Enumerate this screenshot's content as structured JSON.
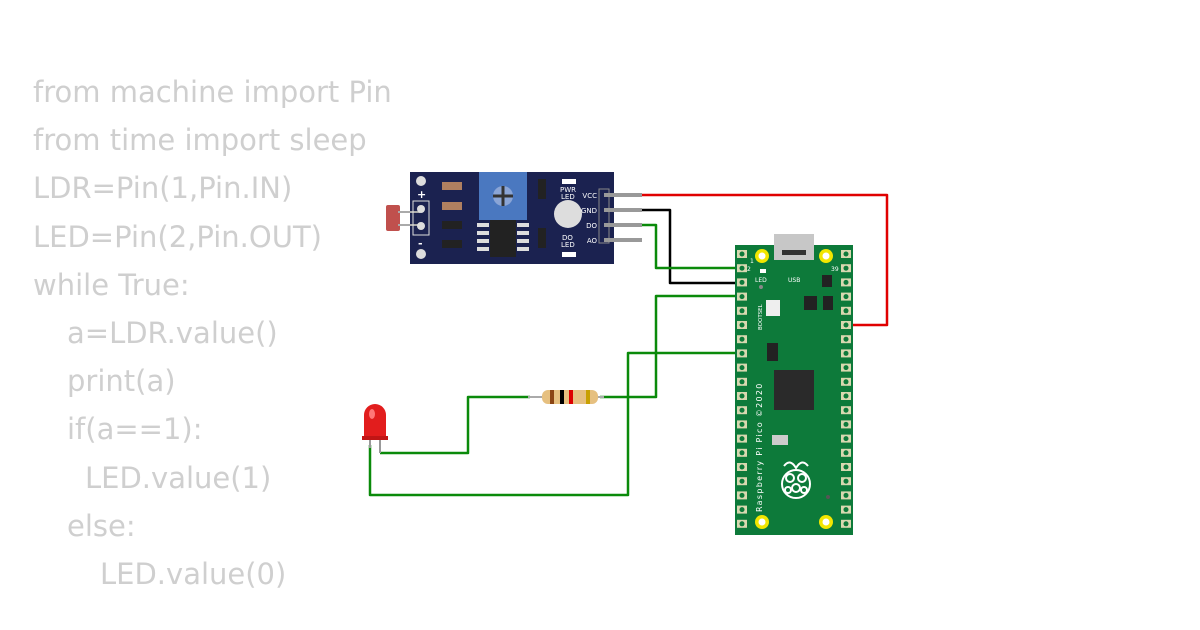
{
  "code": {
    "lines": [
      {
        "indent": 0,
        "text": "from machine import Pin"
      },
      {
        "indent": 0,
        "text": "from time import sleep"
      },
      {
        "indent": 0,
        "text": "LDR=Pin(1,Pin.IN)"
      },
      {
        "indent": 0,
        "text": "LED=Pin(2,Pin.OUT)"
      },
      {
        "indent": 0,
        "text": "while True:"
      },
      {
        "indent": 1,
        "text": "a=LDR.value()"
      },
      {
        "indent": 1,
        "text": "print(a)"
      },
      {
        "indent": 1,
        "text": "if(a==1):"
      },
      {
        "indent": 2,
        "text": "LED.value(1)"
      },
      {
        "indent": 1,
        "text": "else:"
      },
      {
        "indent": 3,
        "text": "LED.value(0)"
      }
    ]
  },
  "sensor": {
    "plus": "+",
    "minus": "-",
    "pwr_led": [
      "PWR",
      "LED"
    ],
    "do_led": [
      "DO",
      "LED"
    ],
    "pins": [
      "VCC",
      "GND",
      "DO",
      "AO"
    ],
    "board_color": "#1b2250"
  },
  "pico": {
    "pin1": "1",
    "pin2": "2",
    "pin39": "39",
    "led": "LED",
    "usb": "USB",
    "bootsel": "BOOTSEL",
    "brand": "Raspberry Pi Pico ©2020",
    "board_color": "#0d7a3a"
  },
  "wires": {
    "red": "#e00000",
    "black": "#000000",
    "green": "#0a8a0a"
  }
}
